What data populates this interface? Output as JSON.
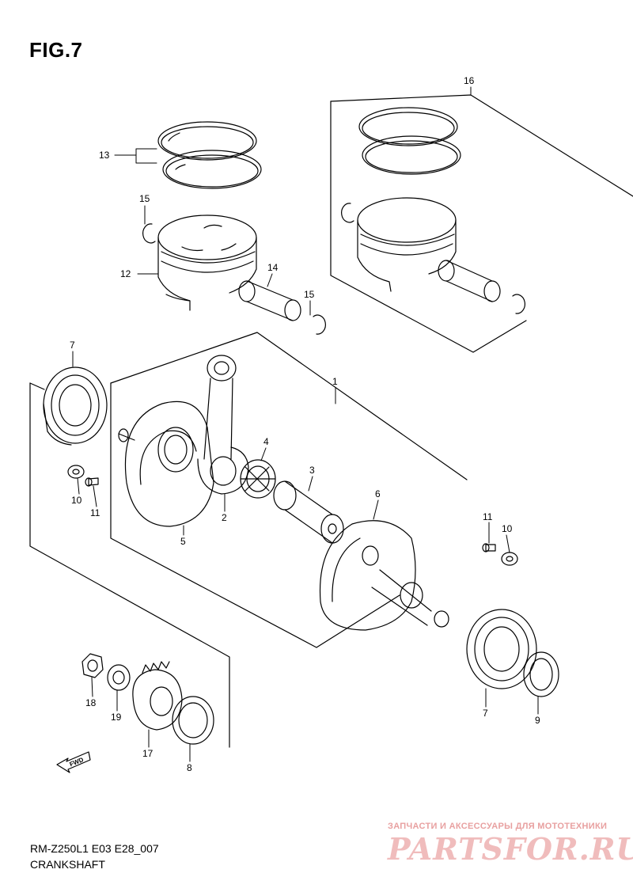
{
  "figure": {
    "title": "FIG.7",
    "code": "RM-Z250L1 E03 E28_007",
    "name": "CRANKSHAFT"
  },
  "callouts": [
    {
      "id": "c16",
      "label": "16"
    },
    {
      "id": "c13",
      "label": "13"
    },
    {
      "id": "c15a",
      "label": "15"
    },
    {
      "id": "c12",
      "label": "12"
    },
    {
      "id": "c14",
      "label": "14"
    },
    {
      "id": "c15b",
      "label": "15"
    },
    {
      "id": "c7a",
      "label": "7"
    },
    {
      "id": "c1",
      "label": "1"
    },
    {
      "id": "c4",
      "label": "4"
    },
    {
      "id": "c3",
      "label": "3"
    },
    {
      "id": "c6",
      "label": "6"
    },
    {
      "id": "c10a",
      "label": "10"
    },
    {
      "id": "c11a",
      "label": "11"
    },
    {
      "id": "c2",
      "label": "2"
    },
    {
      "id": "c5",
      "label": "5"
    },
    {
      "id": "c11b",
      "label": "11"
    },
    {
      "id": "c10b",
      "label": "10"
    },
    {
      "id": "c18",
      "label": "18"
    },
    {
      "id": "c19",
      "label": "19"
    },
    {
      "id": "c17",
      "label": "17"
    },
    {
      "id": "c8",
      "label": "8"
    },
    {
      "id": "c7b",
      "label": "7"
    },
    {
      "id": "c9",
      "label": "9"
    }
  ],
  "fwd_label": "FWD",
  "watermark": {
    "tagline": "ЗАПЧАСТИ И АКСЕССУАРЫ ДЛЯ МОТОТЕХНИКИ",
    "brand": "PARTSFOR.RU"
  }
}
